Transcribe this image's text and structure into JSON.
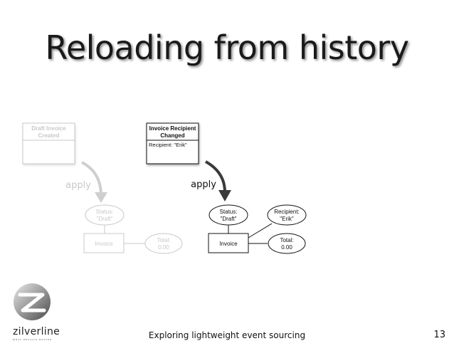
{
  "title": "Reloading from history",
  "left": {
    "event_title": "Draft Invoice\nCreated",
    "apply_label": "apply",
    "status_label": "Status:\n\"Draft\"",
    "invoice_label": "Invoice",
    "total_label": "Total:\n0.00"
  },
  "right": {
    "event_title": "Invoice Recipient\nChanged",
    "event_body": "Recipient: \"Erik\"",
    "apply_label": "apply",
    "status_label": "Status:\n\"Draft\"",
    "invoice_label": "Invoice",
    "recipient_label": "Recipient:\n\"Erik\"",
    "total_label": "Total:\n0.00"
  },
  "footer": {
    "caption": "Exploring lightweight event sourcing",
    "page_number": "13",
    "brand": "zilverline",
    "tagline": "WHAT RESULTS MATTER"
  },
  "colors": {
    "faded": "#c8c8c8",
    "active": "#111111",
    "left_arrow": "#cfcfcf",
    "right_arrow": "#3a3a3a"
  }
}
